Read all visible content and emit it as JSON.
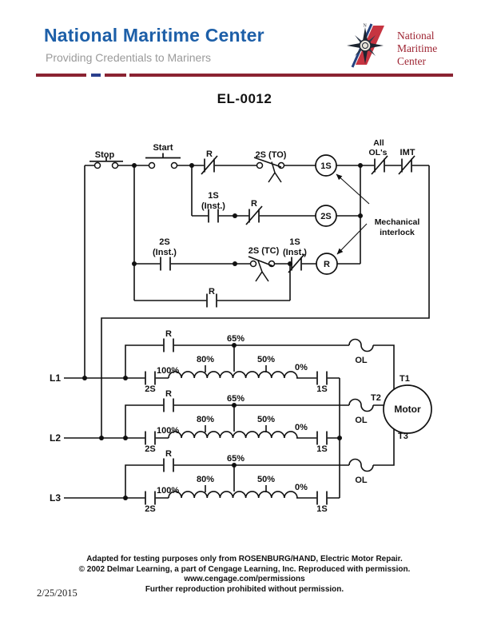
{
  "header": {
    "org_name": "National Maritime Center",
    "tagline": "Providing Credentials to Mariners",
    "logo": {
      "line1": "National",
      "line2": "Maritime",
      "line3": "Center",
      "compass_n": "N"
    },
    "colors": {
      "brand_blue": "#1d5fa8",
      "maroon": "#8b2332",
      "logo_red": "#c63441",
      "dash_blue": "#2a3f8d",
      "gray": "#9a9a9a"
    }
  },
  "doc": {
    "code": "EL-0012",
    "date": "2/25/2015"
  },
  "footer": {
    "line1": "Adapted for testing purposes only from ROSENBURG/HAND, Electric Motor Repair.",
    "line2": "© 2002 Delmar Learning, a part of Cengage Learning, Inc. Reproduced with permission.",
    "line3": "www.cengage.com/permissions",
    "line4": "Further reproduction prohibited without permission."
  },
  "control": {
    "stop": "Stop",
    "start": "Start",
    "r_top": "R",
    "s2_to": "2S (TO)",
    "coil_1s": "1S",
    "all_1": "All",
    "all_2": "OL's",
    "imt": "IMT",
    "s1_inst_1": "1S",
    "s1_inst_2": "(Inst.)",
    "r_mid": "R",
    "coil_2s": "2S",
    "mech_1": "Mechanical",
    "mech_2": "interlock",
    "s2_inst_1": "2S",
    "s2_inst_2": "(Inst.)",
    "s2_tc": "2S (TC)",
    "s1b_1": "1S",
    "s1b_2": "(Inst.)",
    "coil_r": "R",
    "r_bot": "R"
  },
  "power": {
    "rows": [
      {
        "line": "L1",
        "s2": "2S",
        "r": "R",
        "t100": "100%",
        "t80": "80%",
        "t65": "65%",
        "t50": "50%",
        "t0": "0%",
        "s1": "1S",
        "ol": "OL",
        "term": "T1"
      },
      {
        "line": "L2",
        "s2": "2S",
        "r": "R",
        "t100": "100%",
        "t80": "80%",
        "t65": "65%",
        "t50": "50%",
        "t0": "0%",
        "s1": "1S",
        "ol": "OL",
        "term": "T2"
      },
      {
        "line": "L3",
        "s2": "2S",
        "r": "R",
        "t100": "100%",
        "t80": "80%",
        "t65": "65%",
        "t50": "50%",
        "t0": "0%",
        "s1": "1S",
        "ol": "OL",
        "term": "T3"
      }
    ],
    "motor": "Motor"
  }
}
